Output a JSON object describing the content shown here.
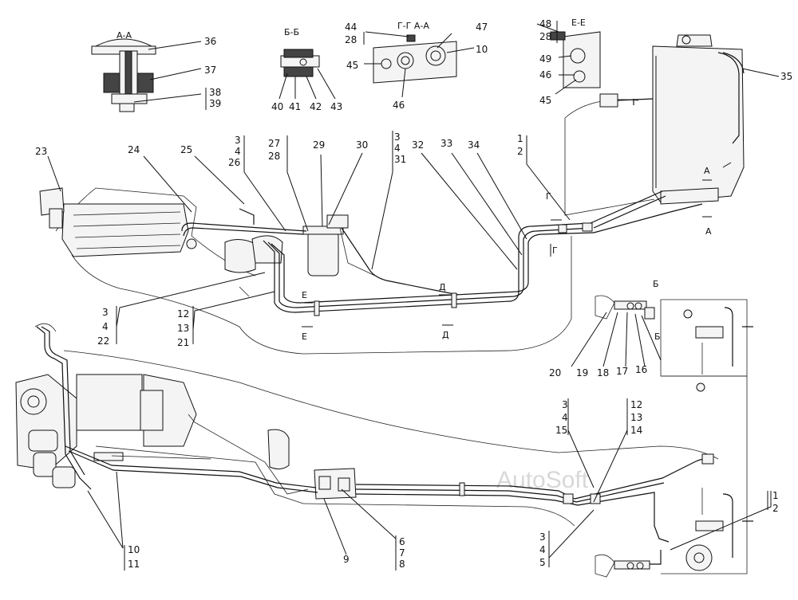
{
  "watermark": "AutoSoft",
  "section_labels": {
    "aa_top": "А-А",
    "bb_top": "Б-Б",
    "gg_aa": "Г-Г  А-А",
    "ee_top": "Е-Е",
    "cut_a": "А",
    "cut_a2": "А",
    "cut_g": "Г",
    "cut_g2": "Г",
    "cut_d": "Д",
    "cut_d2": "Д",
    "cut_e": "Е",
    "cut_e2": "Е",
    "cut_b": "Б",
    "cut_b2": "Б"
  },
  "callouts": {
    "n36": "36",
    "n37": "37",
    "n38": "38",
    "n39": "39",
    "n40": "40",
    "n41": "41",
    "n42": "42",
    "n43": "43",
    "n44": "44",
    "n28a": "28",
    "n47": "47",
    "n10a": "10",
    "n45a": "45",
    "n46a": "46",
    "n48": "48",
    "n28b": "28",
    "n49": "49",
    "n46b": "46",
    "n45b": "45",
    "n35": "35",
    "n23": "23",
    "n24": "24",
    "n25": "25",
    "g3_26_a": "3",
    "g3_26_b": "4",
    "g3_26_c": "26",
    "g27_a": "27",
    "g27_b": "28",
    "n29": "29",
    "n30": "30",
    "g31_a": "3",
    "g31_b": "4",
    "g31_c": "31",
    "n32": "32",
    "n33": "33",
    "n34": "34",
    "g12_a": "1",
    "g12_b": "2",
    "g22_a": "3",
    "g22_b": "4",
    "g22_c": "22",
    "g21_a": "12",
    "g21_b": "13",
    "g21_c": "21",
    "n20": "20",
    "n19": "19",
    "n18": "18",
    "n17": "17",
    "n16": "16",
    "g15_a": "3",
    "g15_b": "4",
    "g15_c": "15",
    "g14_a": "12",
    "g14_b": "13",
    "g14_c": "14",
    "g12b_a": "1",
    "g12b_b": "2",
    "g10_a": "10",
    "g10_b": "11",
    "n9": "9",
    "g8_a": "6",
    "g8_b": "7",
    "g8_c": "8",
    "g5_a": "3",
    "g5_b": "4",
    "g5_c": "5"
  }
}
